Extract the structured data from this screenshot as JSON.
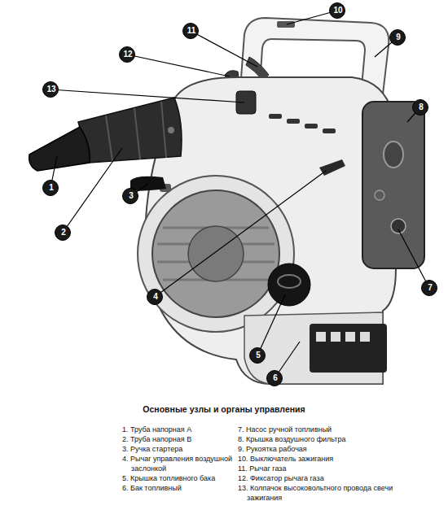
{
  "diagram": {
    "title": "Основные узлы и органы управления",
    "nodes": [
      {
        "text": [
          "1"
        ]
      },
      {
        "text": [
          "2"
        ]
      },
      {
        "text": [
          "3"
        ]
      },
      {
        "text": [
          "4"
        ]
      },
      {
        "text": [
          "5"
        ]
      },
      {
        "text": [
          "6"
        ]
      },
      {
        "text": [
          "7"
        ]
      },
      {
        "text": [
          "8"
        ]
      },
      {
        "text": [
          "9"
        ]
      },
      {
        "text": [
          "10"
        ]
      },
      {
        "text": [
          "11"
        ]
      },
      {
        "text": [
          "12"
        ]
      },
      {
        "text": [
          "13"
        ]
      }
    ],
    "labels": [
      "1. Труба напорная А",
      "2. Труба напорная В",
      "3. Ручка стартера",
      "4. Рычаг управления воздушной заслонкой",
      "5. Крышка топливного бака",
      "6. Бак топливный",
      "7. Насос ручной топливный",
      "8. Крышка воздушного фильтра",
      "9. Рукоятка рабочая",
      "10. Выключатель зажигания",
      "11. Рычаг газа",
      "12. Фиксатор рычага газа",
      "13. Колпачок высоковольтного провода свечи зажигания"
    ]
  }
}
